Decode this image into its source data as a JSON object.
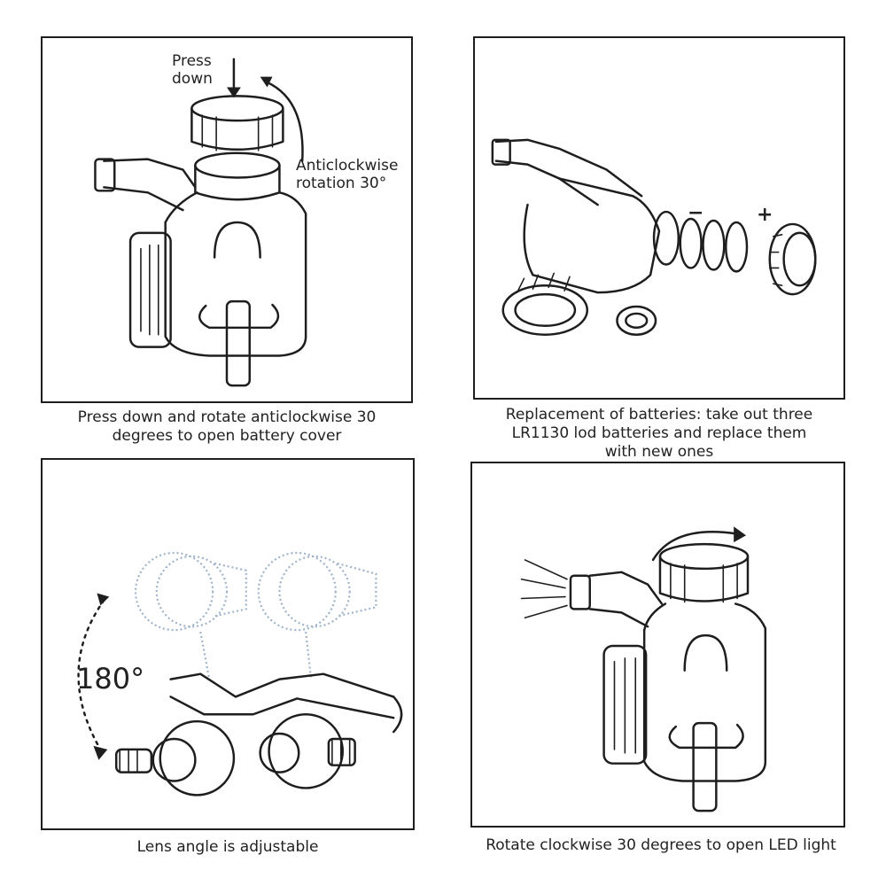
{
  "panels": [
    {
      "caption": "Press down and rotate anticlockwise 30\ndegrees to open battery cover",
      "callouts": [
        "Press\ndown",
        "Anticlockwise\nrotation 30°"
      ]
    },
    {
      "caption": "Replacement of batteries: take out three\nLR1130 lod batteries and replace them\nwith new ones",
      "callouts": [
        "−",
        "+"
      ]
    },
    {
      "caption": "Lens angle is adjustable",
      "callouts": [
        "180°"
      ]
    },
    {
      "caption": "Rotate clockwise 30 degrees to open LED light",
      "callouts": []
    }
  ],
  "colors": {
    "line": "#1e1e1e",
    "ghost": "#9eb3c9",
    "background": "#ffffff"
  }
}
